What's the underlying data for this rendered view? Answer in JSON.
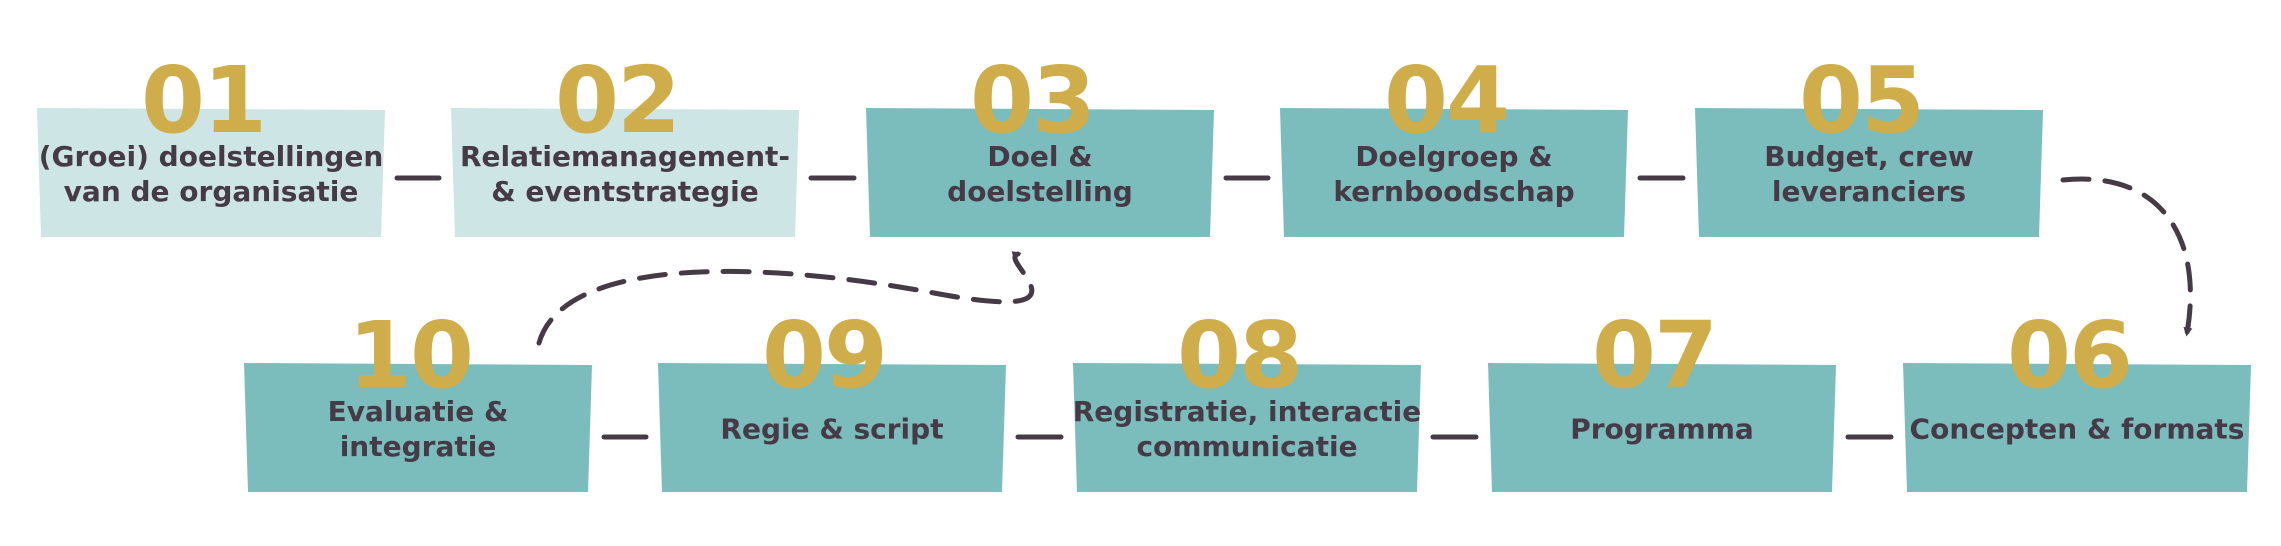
{
  "colors": {
    "light_box": "#cde5e5",
    "dark_box": "#7bbcbc",
    "number": "#cfad4a",
    "text": "#463a47",
    "connector": "#463a47"
  },
  "steps": [
    {
      "number": "01",
      "lines": [
        "(Groei) doelstellingen",
        "van de organisatie"
      ],
      "tone": "light"
    },
    {
      "number": "02",
      "lines": [
        "Relatiemanagement-",
        "& eventstrategie"
      ],
      "tone": "light"
    },
    {
      "number": "03",
      "lines": [
        "Doel &",
        "doelstelling"
      ],
      "tone": "dark"
    },
    {
      "number": "04",
      "lines": [
        "Doelgroep &",
        "kernboodschap"
      ],
      "tone": "dark"
    },
    {
      "number": "05",
      "lines": [
        "Budget, crew",
        "leveranciers"
      ],
      "tone": "dark"
    },
    {
      "number": "06",
      "lines": [
        "Concepten & formats"
      ],
      "tone": "dark"
    },
    {
      "number": "07",
      "lines": [
        "Programma"
      ],
      "tone": "dark"
    },
    {
      "number": "08",
      "lines": [
        "Registratie,  interactie",
        "communicatie"
      ],
      "tone": "dark"
    },
    {
      "number": "09",
      "lines": [
        "Regie & script"
      ],
      "tone": "dark"
    },
    {
      "number": "10",
      "lines": [
        "Evaluatie &",
        "integratie"
      ],
      "tone": "dark"
    }
  ]
}
